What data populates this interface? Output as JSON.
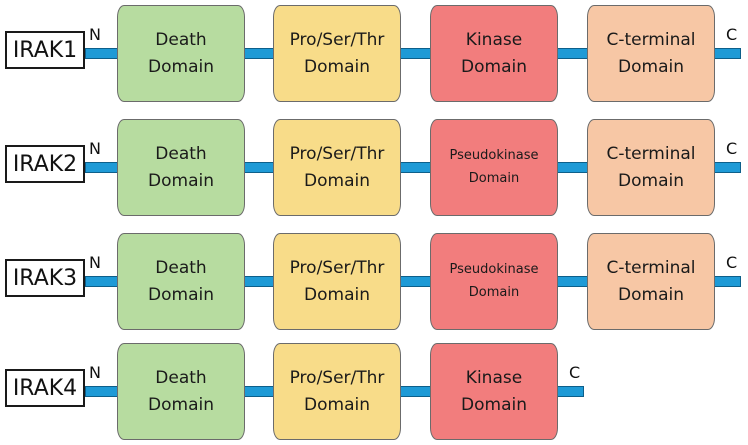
{
  "colors": {
    "death_domain": "#b7dca0",
    "pro_ser_thr_domain": "#f8dc89",
    "kinase_domain": "#f27d7d",
    "c_terminal_domain": "#f7c7a5",
    "backbone": "#1e9ad6"
  },
  "terminals": {
    "n": "N",
    "c": "C"
  },
  "proteins": [
    {
      "name": "IRAK1",
      "domains": [
        "Death\nDomain",
        "Pro/Ser/Thr\nDomain",
        "Kinase\nDomain",
        "C-terminal\nDomain"
      ]
    },
    {
      "name": "IRAK2",
      "domains": [
        "Death\nDomain",
        "Pro/Ser/Thr\nDomain",
        "Pseudokinase\nDomain",
        "C-terminal\nDomain"
      ]
    },
    {
      "name": "IRAK3",
      "domains": [
        "Death\nDomain",
        "Pro/Ser/Thr\nDomain",
        "Pseudokinase\nDomain",
        "C-terminal\nDomain"
      ]
    },
    {
      "name": "IRAK4",
      "domains": [
        "Death\nDomain",
        "Pro/Ser/Thr\nDomain",
        "Kinase\nDomain"
      ]
    }
  ]
}
